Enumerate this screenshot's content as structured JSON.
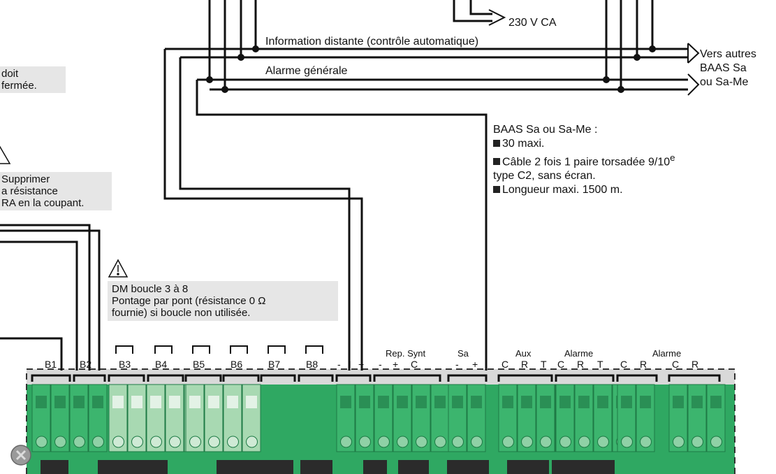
{
  "labels": {
    "power": "230 V CA",
    "info_distante": "Information distante (contrôle automatique)",
    "alarme_generale": "Alarme générale",
    "vers_autres_1": "Vers autres",
    "vers_autres_2": "BAAS Sa",
    "vers_autres_3": "ou Sa-Me"
  },
  "notes": {
    "note_top_1": "doit",
    "note_top_2": "fermée.",
    "note_mid_1": "Supprimer",
    "note_mid_2": "a résistance",
    "note_mid_3": "RA en la coupant.",
    "note_dm_1": "DM boucle 3 à 8",
    "note_dm_2": "Pontage par pont (résistance 0 Ω",
    "note_dm_3": "fournie) si boucle non utilisée."
  },
  "baas": {
    "title": "BAAS Sa ou Sa-Me :",
    "item1": "30 maxi.",
    "item2": "Câble 2 fois 1 paire torsadée 9/10",
    "item2_sup": "e",
    "item2_cont": "type C2, sans écran.",
    "item3": "Longueur maxi. 1500 m."
  },
  "terminals": {
    "loops": [
      "B1",
      "B2",
      "B3",
      "B4",
      "B5",
      "B6",
      "B7",
      "B8"
    ],
    "minus": "-",
    "i": "I",
    "plus": "+",
    "rep_synt": "Rep. Synt",
    "rep_minus": "-",
    "rep_plus": "+",
    "rep_c": "C",
    "sa": "Sa",
    "sa_minus": "-",
    "sa_plus": "+",
    "aux": "Aux",
    "aux_c": "C",
    "aux_r": "R",
    "aux_t": "T",
    "alarme1": "Alarme",
    "al1_c": "C",
    "al1_r": "R",
    "al1_t": "T",
    "alarme2": "Alarme",
    "al2_c": "C",
    "al2_r": "R",
    "al3_c": "C",
    "al3_r": "R"
  },
  "colors": {
    "board_green": "#2fa862",
    "block_green": "#3cb56e",
    "block_light": "#a8d9b2",
    "wire": "#111111",
    "note_bg": "#e6e6e6"
  }
}
